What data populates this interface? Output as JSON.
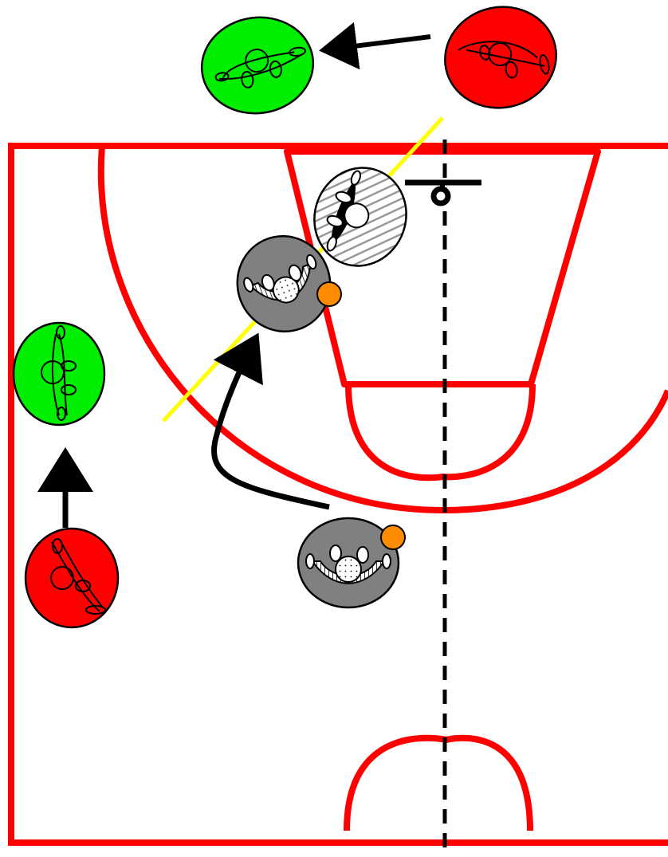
{
  "diagram": {
    "colors": {
      "court_lines": "#ff0000",
      "background": "#ffffff",
      "green_player": "#00ee00",
      "red_player": "#ff0000",
      "gray_player": "#808080",
      "ball": "#ff8c00",
      "passing_lane_line": "#ffff00",
      "arrows": "#000000",
      "center_line": "#000000"
    },
    "players": [
      {
        "id": "green-top",
        "color": "green",
        "kind": "defender-icon"
      },
      {
        "id": "red-top",
        "color": "red",
        "kind": "defender-icon"
      },
      {
        "id": "green-left",
        "color": "green",
        "kind": "defender-icon"
      },
      {
        "id": "red-left",
        "color": "red",
        "kind": "defender-icon"
      },
      {
        "id": "gray-wing-with-ball",
        "color": "gray",
        "kind": "offense-icon",
        "has_ball": true
      },
      {
        "id": "gray-top-with-ball",
        "color": "gray",
        "kind": "offense-icon",
        "has_ball": true
      },
      {
        "id": "hatched-post",
        "color": "hatched",
        "kind": "offense-icon"
      }
    ],
    "arrows": [
      {
        "id": "red-top-to-green-top",
        "style": "straight"
      },
      {
        "id": "red-left-to-green-left",
        "style": "straight"
      },
      {
        "id": "gray-cut-to-wing",
        "style": "curved"
      }
    ]
  }
}
